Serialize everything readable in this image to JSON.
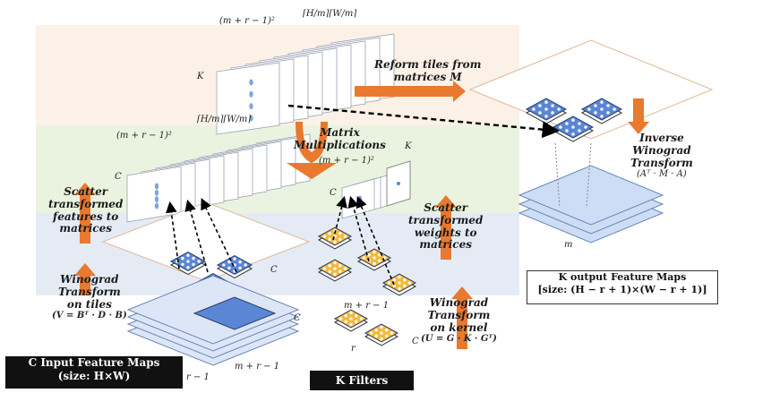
{
  "top_group": {
    "dim_sq": "(m + r − 1)²",
    "dim_hw": "⌈H/m⌉⌈W/m⌉",
    "dim_k": "K"
  },
  "mid_group": {
    "dim_sq": "(m + r − 1)²",
    "dim_hw": "⌈H/m⌉⌈W/m⌉",
    "dim_c": "C"
  },
  "filter_stack": {
    "dim_sq": "(m + r − 1)²",
    "dim_k": "K",
    "dim_c": "C"
  },
  "labels": {
    "reform": "Reform tiles from",
    "reform2": "matrices M",
    "matmul": "Matrix",
    "matmul2": "Multiplications",
    "inverse": "Inverse",
    "inverse2": "Winograd",
    "inverse3": "Transform",
    "inverse_eq": "(Aᵀ · M · A)",
    "scatter_feat": "Scatter",
    "scatter_feat2": "transformed",
    "scatter_feat3": "features to",
    "scatter_feat4": "matrices",
    "scatter_w": "Scatter",
    "scatter_w2": "transformed",
    "scatter_w3": "weights to",
    "scatter_w4": "matrices",
    "wino_tiles": "Winograd",
    "wino_tiles2": "Transform",
    "wino_tiles3": "on tiles",
    "wino_tiles_eq": "(V = Bᵀ · D · B)",
    "wino_kernel": "Winograd",
    "wino_kernel2": "Transform",
    "wino_kernel3": "on kernel",
    "wino_kernel_eq": "(U = G · K · Gᵀ)"
  },
  "axes": {
    "c_input": "C",
    "c_tiles": "C",
    "c_filters": "C",
    "m_r_input": "m + r − 1",
    "r_input": "r − 1",
    "m_r_filter": "m + r − 1",
    "r_filter": "r",
    "m_output": "m"
  },
  "boxes": {
    "output_title": "K output Feature Maps",
    "output_size": "[size: (H − r + 1)×(W − r + 1)]",
    "input_title": "C Input Feature Maps",
    "input_size": "(size: H×W)",
    "filters_title": "K Filters"
  },
  "colors": {
    "arrow": "#e8792f",
    "tile_blue": "#5b86d6",
    "tile_yellow": "#f2b93b",
    "band_top": "#fbf1e6",
    "band_mid": "#eaf3df",
    "band_bot": "#e4ebf5"
  }
}
